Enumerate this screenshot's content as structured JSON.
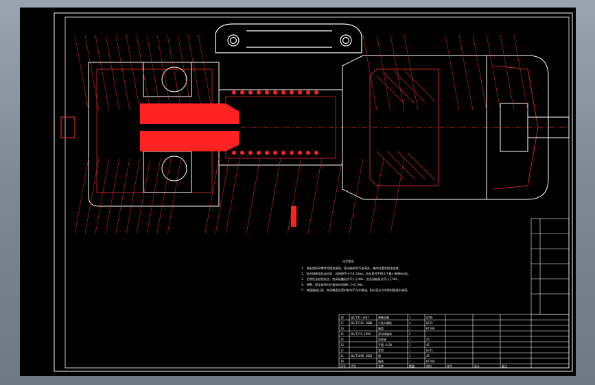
{
  "sheet": {
    "background": "#000000",
    "frame_color": "#ffffff",
    "accent_color": "#ff2222"
  },
  "notes": {
    "title": "技术要求",
    "lines": [
      "1. 装配前所有零件用煤油清洗，滚动轴承用汽油清洗，箱体内壁涂耐油油漆。",
      "2. 啮合侧隙用铅丝检验，其侧隙不小于0.14mm，铅丝直径不得大于最小侧隙的4倍。",
      "3. 用涂色法检验斑点，齿高接触斑点不小于40%，齿长接触斑点不小于50%。",
      "4. 调整、固定轴承时应留轴向间隙0.2~0.3mm。",
      "5. 减速器剖分面、各接触面及密封处均不允许漏油，剖分面允许涂密封胶或水玻璃。"
    ]
  },
  "title_block": {
    "header": [
      "序号",
      "代号",
      "名称",
      "数量",
      "材料",
      "单件",
      "总计",
      "备注"
    ],
    "rows": [
      [
        "18",
        "GB/T93-1987",
        "弹簧垫圈",
        "1",
        "65Mn"
      ],
      [
        "17",
        "GB/T5782-2000",
        "六角头螺栓",
        "4",
        "Q235"
      ],
      [
        "16",
        "",
        "端盖",
        "1",
        "HT200"
      ],
      [
        "15",
        "GB/T276-1994",
        "深沟球轴承",
        "2",
        ""
      ],
      [
        "14",
        "",
        "齿轮轴",
        "1",
        "45"
      ],
      [
        "13",
        "",
        "平键 6×20",
        "1",
        "45"
      ],
      [
        "12",
        "",
        "套筒",
        "1",
        "Q235"
      ],
      [
        "11",
        "GB/T1096-2003",
        "键",
        "1",
        "45"
      ],
      [
        "10",
        "",
        "箱体",
        "1",
        "HT200"
      ]
    ]
  }
}
